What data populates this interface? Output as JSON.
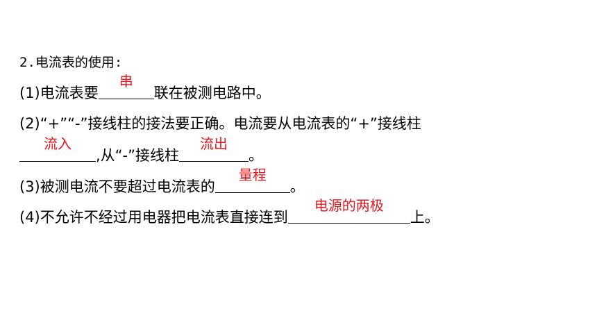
{
  "heading": "2.电流表的使用:",
  "item1": {
    "prefix": "(1)电流表要",
    "answer": "串",
    "suffix": "联在被测电路中。"
  },
  "item2": {
    "line1": "(2)“+”“-”接线柱的接法要正确。电流要从电流表的“+”接线柱",
    "answer1": "流入",
    "middle": ",从“-”接线柱",
    "answer2": "流出",
    "suffix": "。"
  },
  "item3": {
    "prefix": "(3)被测电流不要超过电流表的",
    "answer": "量程",
    "suffix": "。"
  },
  "item4": {
    "prefix": "(4)不允许不经过用电器把电流表直接连到",
    "answer": "电源的两极",
    "suffix": "上。"
  },
  "colors": {
    "answer": "#e8181c",
    "text": "#000000",
    "background": "#ffffff"
  }
}
